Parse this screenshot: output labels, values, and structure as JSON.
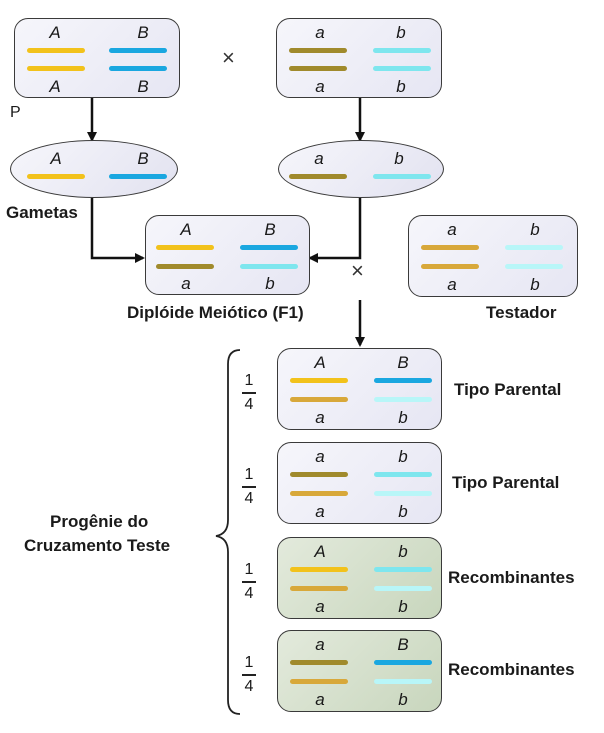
{
  "colors": {
    "A": "#f2c21b",
    "B": "#1aa7e0",
    "a": "#a08a2c",
    "b": "#7ee6ee",
    "a_testador": "#d8a83a",
    "b_testador": "#b8f6f8"
  },
  "parents": {
    "p1": {
      "top": [
        "A",
        "B"
      ],
      "bottom": [
        "A",
        "B"
      ]
    },
    "p2": {
      "top": [
        "a",
        "b"
      ],
      "bottom": [
        "a",
        "b"
      ]
    },
    "cross": "×",
    "p_label": "P"
  },
  "gametes": {
    "label": "Gametas",
    "g1": [
      "A",
      "B"
    ],
    "g2": [
      "a",
      "b"
    ]
  },
  "f1": {
    "label": "Diplóide Meiótico (F1)",
    "top": [
      "A",
      "B"
    ],
    "bottom": [
      "a",
      "b"
    ],
    "cross": "×"
  },
  "tester": {
    "label": "Testador",
    "top": [
      "a",
      "b"
    ],
    "bottom": [
      "a",
      "b"
    ]
  },
  "progeny": {
    "label_line1": "Progênie do",
    "label_line2": "Cruzamento Teste",
    "rows": [
      {
        "frac_num": "1",
        "frac_den": "4",
        "top": [
          "A",
          "B"
        ],
        "bottom": [
          "a",
          "b"
        ],
        "type": "Tipo Parental",
        "recombinant": false
      },
      {
        "frac_num": "1",
        "frac_den": "4",
        "top": [
          "a",
          "b"
        ],
        "bottom": [
          "a",
          "b"
        ],
        "type": "Tipo Parental",
        "recombinant": false
      },
      {
        "frac_num": "1",
        "frac_den": "4",
        "top": [
          "A",
          "b"
        ],
        "bottom": [
          "a",
          "b"
        ],
        "type": "Recombinantes",
        "recombinant": true
      },
      {
        "frac_num": "1",
        "frac_den": "4",
        "top": [
          "a",
          "B"
        ],
        "bottom": [
          "a",
          "b"
        ],
        "type": "Recombinantes",
        "recombinant": true
      }
    ]
  }
}
